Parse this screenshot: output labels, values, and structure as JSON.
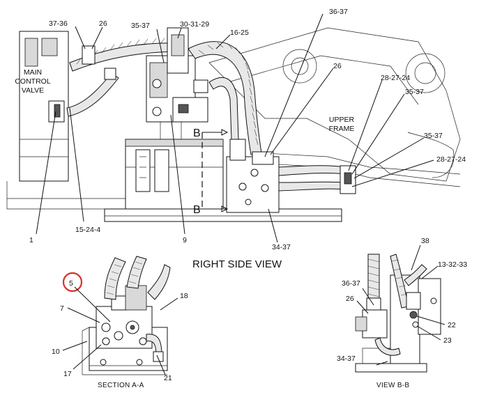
{
  "main_view": {
    "title": "RIGHT SIDE VIEW",
    "labels": {
      "main_control_valve": [
        "MAIN",
        "CONTROL",
        "VALVE"
      ],
      "upper_frame": [
        "UPPER",
        "FRAME"
      ]
    },
    "callouts": [
      "37-36",
      "26",
      "35-37",
      "30-31-29",
      "16-25",
      "36-37",
      "26",
      "28-27-24",
      "35-37",
      "35-37",
      "28-27-24",
      "1",
      "15-24-4",
      "9",
      "34-37"
    ],
    "view_markers": [
      "B",
      "B"
    ]
  },
  "section_a": {
    "title": "SECTION A-A",
    "callouts": [
      "5",
      "7",
      "18",
      "10",
      "17",
      "21"
    ],
    "highlighted_callout": "5"
  },
  "view_b": {
    "title": "VIEW B-B",
    "callouts": [
      "38",
      "13-32-33",
      "36-37",
      "26",
      "22",
      "23",
      "34-37"
    ]
  },
  "colors": {
    "ink": "#111111",
    "highlight": "#d9302b"
  }
}
